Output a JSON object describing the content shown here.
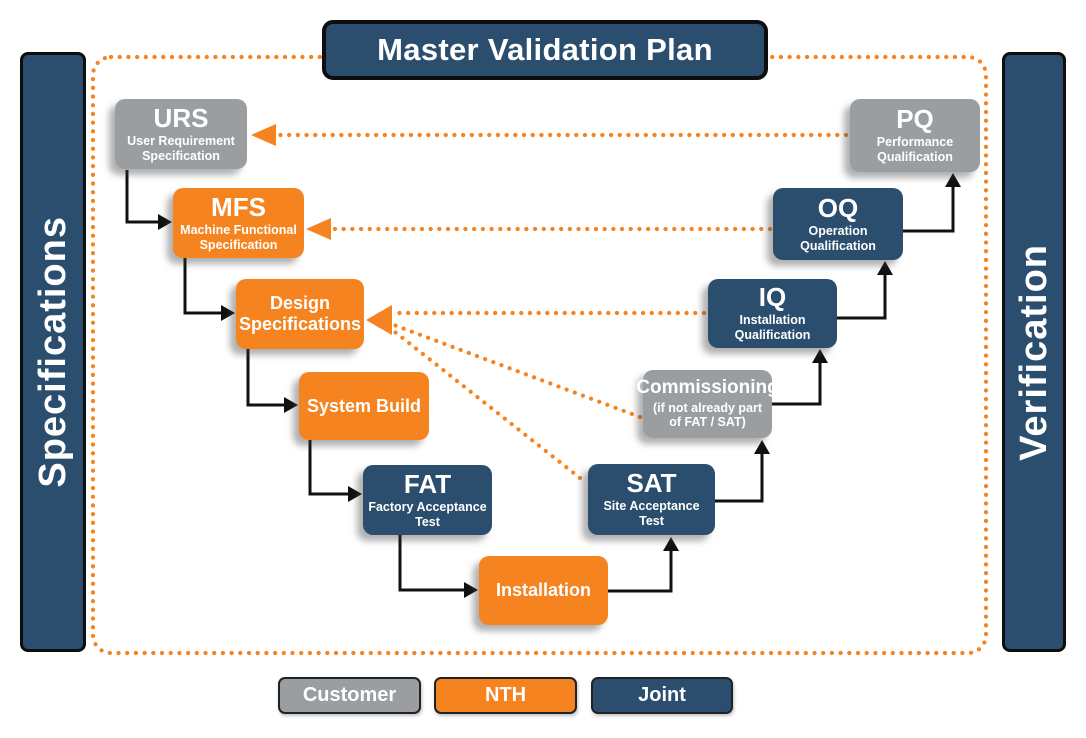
{
  "header": {
    "title": "Master Validation Plan"
  },
  "sidebars": {
    "left": "Specifications",
    "right": "Verification"
  },
  "nodes": {
    "urs": {
      "title": "URS",
      "subtitle": "User Requirement Specification",
      "owner": "Customer"
    },
    "mfs": {
      "title": "MFS",
      "subtitle": "Machine Functional Specification",
      "owner": "NTH"
    },
    "design": {
      "title": "Design Specifications",
      "subtitle": "",
      "owner": "NTH"
    },
    "system_build": {
      "title": "System Build",
      "subtitle": "",
      "owner": "NTH"
    },
    "fat": {
      "title": "FAT",
      "subtitle": "Factory Acceptance Test",
      "owner": "Joint"
    },
    "installation": {
      "title": "Installation",
      "subtitle": "",
      "owner": "NTH"
    },
    "sat": {
      "title": "SAT",
      "subtitle": "Site Acceptance Test",
      "owner": "Joint"
    },
    "commissioning": {
      "title": "Commissioning",
      "subtitle": "(if not already part of FAT / SAT)",
      "owner": "Customer"
    },
    "iq": {
      "title": "IQ",
      "subtitle": "Installation Qualification",
      "owner": "Joint"
    },
    "oq": {
      "title": "OQ",
      "subtitle": "Operation Qualification",
      "owner": "Joint"
    },
    "pq": {
      "title": "PQ",
      "subtitle": "Performance Qualification",
      "owner": "Customer"
    }
  },
  "legend": [
    {
      "label": "Customer",
      "color": "#9B9EA0"
    },
    {
      "label": "NTH",
      "color": "#F5831F"
    },
    {
      "label": "Joint",
      "color": "#2B4E6E"
    }
  ],
  "colors": {
    "customer_gray": "#9B9EA0",
    "nth_orange": "#F5831F",
    "joint_blue": "#2B4E6E",
    "dotted_line_orange": "#F5831F",
    "flow_arrow_black": "#111111"
  },
  "edges": {
    "flow": [
      "URS → MFS",
      "MFS → Design Specifications",
      "Design Specifications → System Build",
      "System Build → FAT",
      "FAT → Installation",
      "Installation → SAT",
      "SAT → Commissioning",
      "Commissioning → IQ",
      "IQ → OQ",
      "OQ → PQ"
    ],
    "verification_feedback": [
      "PQ → URS",
      "OQ → MFS",
      "IQ → Design Specifications",
      "Commissioning → Design Specifications",
      "SAT → Design Specifications"
    ]
  }
}
